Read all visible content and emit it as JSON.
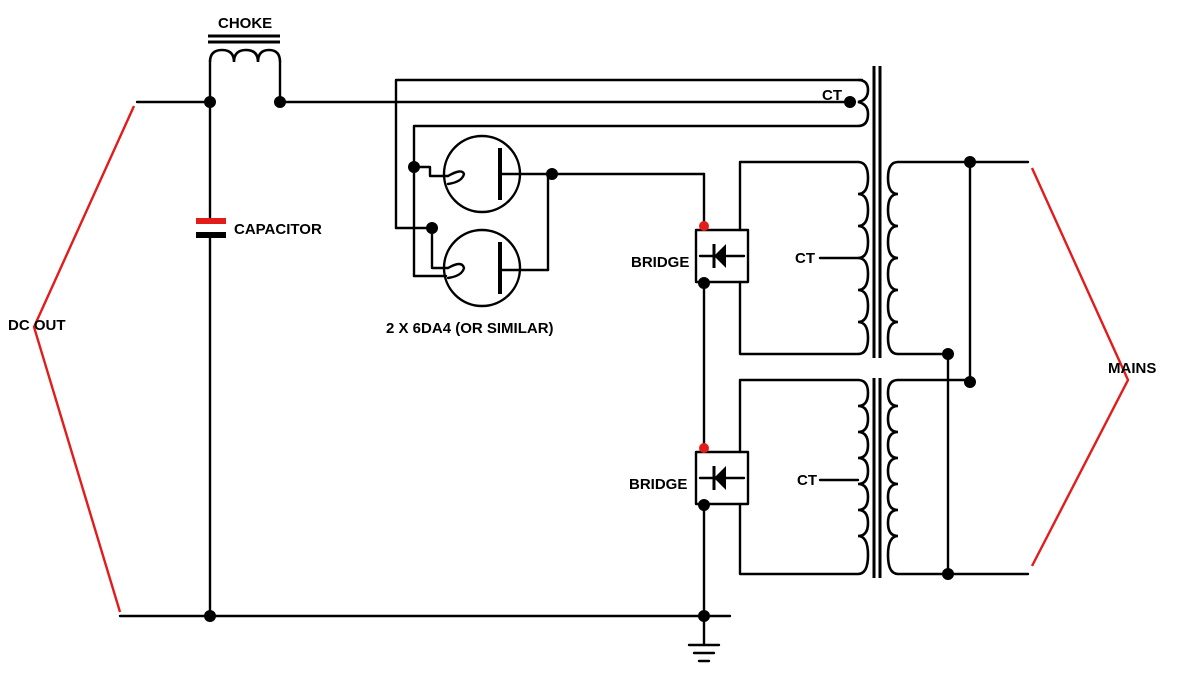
{
  "labels": {
    "choke": "CHOKE",
    "capacitor": "CAPACITOR",
    "dc_out": "DC OUT",
    "tubes": "2 X  6DA4 (OR SIMILAR)",
    "bridge_top": "BRIDGE",
    "bridge_bottom": "BRIDGE",
    "ct_top": "CT",
    "ct_mid": "CT",
    "ct_bottom": "CT",
    "mains": "MAINS"
  },
  "colors": {
    "wire": "#000000",
    "accent": "#e21b1b",
    "background": "#ffffff"
  }
}
